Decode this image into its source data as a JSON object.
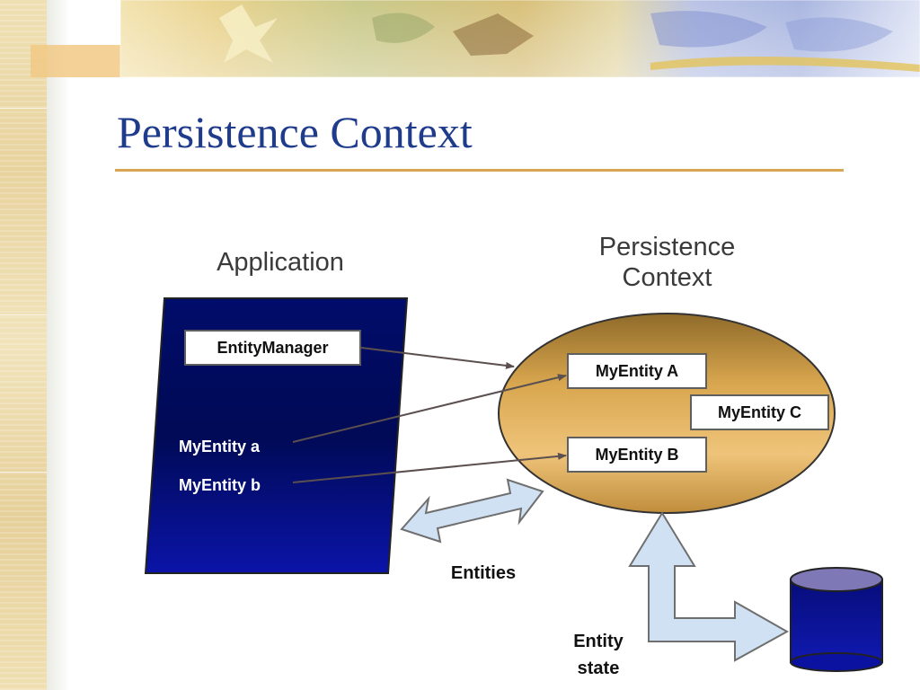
{
  "slide": {
    "title": "Persistence Context"
  },
  "diagram": {
    "application_label": "Application",
    "persistence_context_label_line1": "Persistence",
    "persistence_context_label_line2": "Context",
    "entity_manager": "EntityManager",
    "app_entity_a": "MyEntity a",
    "app_entity_b": "MyEntity b",
    "pc_entity_a": "MyEntity A",
    "pc_entity_b": "MyEntity B",
    "pc_entity_c": "MyEntity C",
    "entities_label": "Entities",
    "entity_state_line1": "Entity",
    "entity_state_line2": "state"
  },
  "colors": {
    "title": "#1f3b8c",
    "title_rule": "#d8a652",
    "application_fill_top": "#000c6a",
    "application_fill_bottom": "#0b14a8",
    "context_fill": "#d8a64e",
    "arrow_fill": "#cfe1f3",
    "database_fill": "#0c14a0"
  }
}
